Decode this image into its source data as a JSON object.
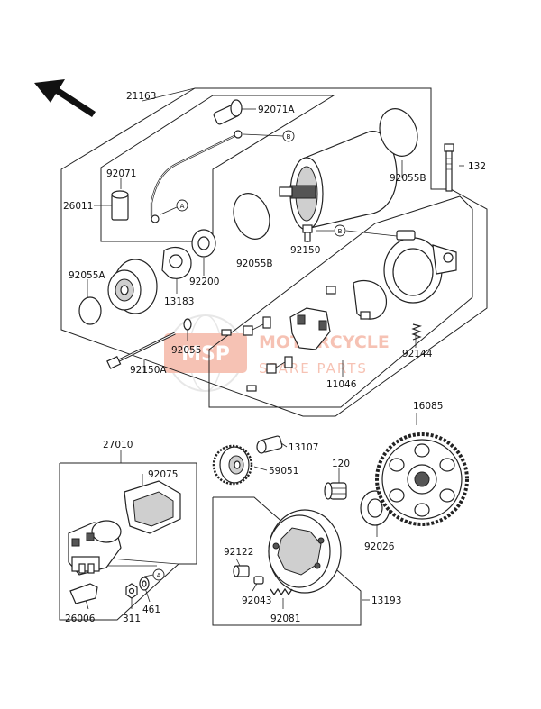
{
  "watermark": {
    "logo_text": "MSP",
    "line1": "MOTORCYCLE",
    "line2": "SPARE PARTS",
    "color": "#e8542a"
  },
  "reference_markers": {
    "a": "A",
    "b": "B"
  },
  "part_numbers": {
    "p21163": "21163",
    "p92071A": "92071A",
    "p92071": "92071",
    "p26011": "26011",
    "p92055B_top": "92055B",
    "p132": "132",
    "p92150": "92150",
    "p92055B_mid": "92055B",
    "p92200": "92200",
    "p13183": "13183",
    "p92055A": "92055A",
    "p92055": "92055",
    "p92150A": "92150A",
    "p11046": "11046",
    "p92144": "92144",
    "p16085": "16085",
    "p27010": "27010",
    "p92075": "92075",
    "p13107": "13107",
    "p59051": "59051",
    "p120": "120",
    "p92026": "92026",
    "p92122": "92122",
    "p92043": "92043",
    "p92081": "92081",
    "p13193": "13193",
    "p26006": "26006",
    "p311": "311",
    "p461": "461"
  }
}
